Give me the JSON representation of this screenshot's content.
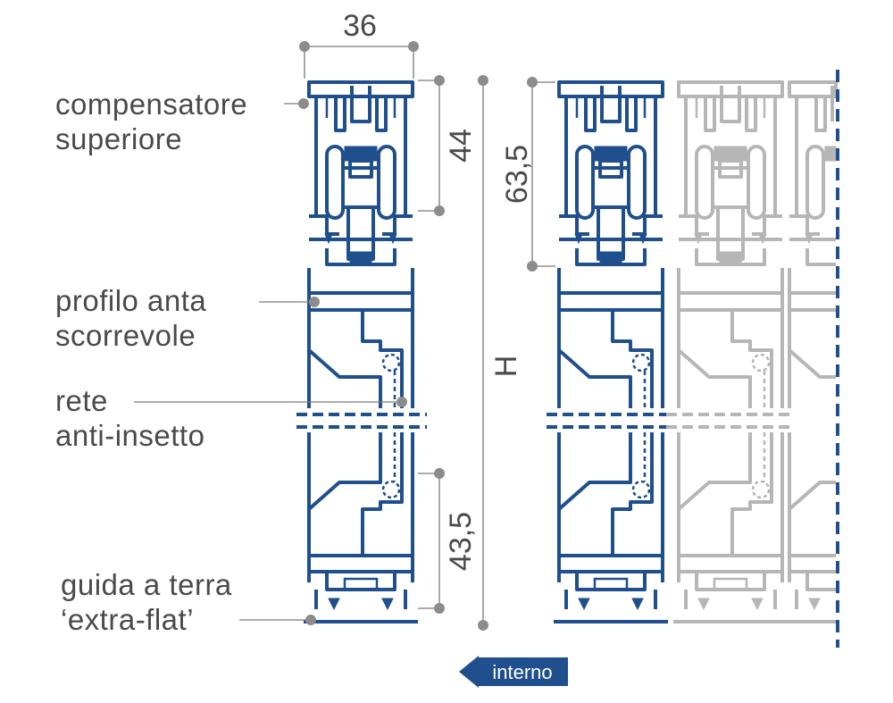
{
  "labels": {
    "upper_compensator_line1": "compensatore",
    "upper_compensator_line2": "superiore",
    "sash_profile_line1": "profilo anta",
    "sash_profile_line2": "scorrevole",
    "insect_net_line1": "rete",
    "insect_net_line2": "anti-insetto",
    "ground_rail_line1": "guida a terra",
    "ground_rail_line2": "‘extra-flat’"
  },
  "dimensions": {
    "width_top": "36",
    "upper_height": "44",
    "lower_height": "43,5",
    "overall_height": "H",
    "right_upper_height": "63,5"
  },
  "direction_tag": "interno",
  "colors": {
    "profile_blue": "#1f4f8c",
    "profile_grey": "#b6b6b6",
    "leader_grey": "#7a7a7a",
    "text_grey": "#4a4a4a"
  }
}
